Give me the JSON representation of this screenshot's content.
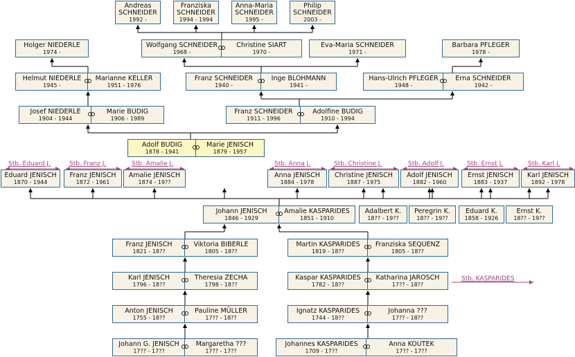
{
  "colors": {
    "box_bg": "#f7f2e4",
    "highlight_bg": "#fbf8c2",
    "border": "#2a6a98",
    "link": "#a0467e",
    "line": "#000000"
  },
  "people": {
    "andreas": {
      "name_lines": [
        "Andreas",
        "SCHNEIDER"
      ],
      "dates": "1992 -"
    },
    "franziska_s": {
      "name_lines": [
        "Franziska",
        "SCHNEIDER"
      ],
      "dates": "1994 - 1994"
    },
    "anna_maria": {
      "name_lines": [
        "Anna-Maria",
        "SCHNEIDER"
      ],
      "dates": "1995 -"
    },
    "philip": {
      "name_lines": [
        "Philip",
        "SCHNEIDER"
      ],
      "dates": "2003 -"
    },
    "holger": {
      "name": "Holger NIEDERLE",
      "dates": "1974 -"
    },
    "wolfgang": {
      "name": "Wolfgang SCHNEIDER",
      "dates": "1968 -"
    },
    "christine_siart": {
      "name": "Christine SIART",
      "dates": "1970 -"
    },
    "eva_maria": {
      "name": "Eva-Maria SCHNEIDER",
      "dates": "1971 -"
    },
    "barbara": {
      "name": "Barbara PFLEGER",
      "dates": "1978 -"
    },
    "helmut": {
      "name": "Helmut NIEDERLE",
      "dates": "1945 -"
    },
    "marianne": {
      "name": "Marianne KELLER",
      "dates": "1951 - 1976"
    },
    "franz_s_1940": {
      "name": "Franz SCHNEIDER",
      "dates": "1940 -"
    },
    "inge": {
      "name": "Inge BLOHMANN",
      "dates": "1941 -"
    },
    "hans_ulrich": {
      "name": "Hans-Ulrich PFLEGER",
      "dates": "1948 -"
    },
    "erna": {
      "name": "Erna SCHNEIDER",
      "dates": "1942 -"
    },
    "josef": {
      "name": "Josef NIEDERLE",
      "dates": "1904 - 1944"
    },
    "marie_budig": {
      "name": "Marie BUDIG",
      "dates": "1906 - 1989"
    },
    "franz_s_1911": {
      "name": "Franz SCHNEIDER",
      "dates": "1911 - 1996"
    },
    "adolfine": {
      "name": "Adolfine BUDIG",
      "dates": "1910 - 1994"
    },
    "adolf_budig": {
      "name": "Adolf BUDIG",
      "dates": "1878 - 1941"
    },
    "marie_jenisch": {
      "name": "Marie JENISCH",
      "dates": "1879 - 1957"
    },
    "eduard_j": {
      "name": "Eduard JENISCH",
      "dates": "1870 - 1944"
    },
    "franz_j_1872": {
      "name": "Franz JENISCH",
      "dates": "1872 - 1961"
    },
    "amalie_j": {
      "name": "Amalie JENISCH",
      "dates": "1874 - 19??"
    },
    "anna_j": {
      "name": "Anna JENISCH",
      "dates": "1884 - 1978"
    },
    "christine_j": {
      "name": "Christine JENISCH",
      "dates": "1887 - 1975"
    },
    "adolf_j": {
      "name": "Adolf JENISCH",
      "dates": "1882 - 1960"
    },
    "ernst_j": {
      "name": "Ernst JENISCH",
      "dates": "1883 - 1937"
    },
    "karl_j_1892": {
      "name": "Karl JENISCH",
      "dates": "1892 - 1978"
    },
    "johann_j": {
      "name": "Johann JENISCH",
      "dates": "1846 - 1929"
    },
    "amalie_k": {
      "name": "Amalie KASPARIDES",
      "dates": "1851 - 1910"
    },
    "adalbert_k": {
      "name": "Adalbert K.",
      "dates": "18?? - 19??"
    },
    "peregrin_k": {
      "name": "Peregrin K.",
      "dates": "18?? - 19??"
    },
    "eduard_k": {
      "name": "Eduard K.",
      "dates": "1858 - 1926"
    },
    "ernst_k": {
      "name": "Ernst K.",
      "dates": "18?? - 19??"
    },
    "franz_j_1821": {
      "name": "Franz JENISCH",
      "dates": "1821 - 18??"
    },
    "viktoria": {
      "name": "Viktoria BIBERLE",
      "dates": "1805 - 18??"
    },
    "martin_k": {
      "name": "Martin KASPARIDES",
      "dates": "1819 - 18??"
    },
    "franziska_seq": {
      "name": "Franziska SEQUENZ",
      "dates": "1805 - 18??"
    },
    "karl_j_1796": {
      "name": "Karl JENISCH",
      "dates": "1796 - 18??"
    },
    "theresia": {
      "name": "Theresia ZECHA",
      "dates": "1798 - 18??"
    },
    "kaspar_k": {
      "name": "Kaspar KASPARIDES",
      "dates": "1782 - 18??"
    },
    "katharina": {
      "name": "Katharina JAROSCH",
      "dates": "17?? - 18??"
    },
    "anton_j": {
      "name": "Anton JENISCH",
      "dates": "1755 - 18??"
    },
    "pauline": {
      "name": "Pauline MÜLLER",
      "dates": "17?? - 18??"
    },
    "ignatz_k": {
      "name": "Ignatz KASPARIDES",
      "dates": "1744 - 18??"
    },
    "johanna": {
      "name": "Johanna ???",
      "dates": "17?? - 18??"
    },
    "johann_g_j": {
      "name": "Johann G. JENISCH",
      "dates": "17?? - 17??"
    },
    "margaretha": {
      "name": "Margaretha ???",
      "dates": "17?? - 17??"
    },
    "johannes_k": {
      "name": "Johannes KASPARIDES",
      "dates": "1709 - 17??"
    },
    "anna_koutek": {
      "name": "Anna KOUTEK",
      "dates": "17?? - 17??"
    }
  },
  "family_links": {
    "eduard": "Stb. Eduard J.",
    "franz": "Stb. Franz J.",
    "amalie": "Stb. Amalie J.",
    "anna": "Stb. Anna J.",
    "christine": "Stb. Christine J.",
    "adolf": "Stb. Adolf J.",
    "ernst": "Stb. Ernst J.",
    "karl": "Stb. Karl J.",
    "kasparides": "Stb. KASPARIDES"
  }
}
